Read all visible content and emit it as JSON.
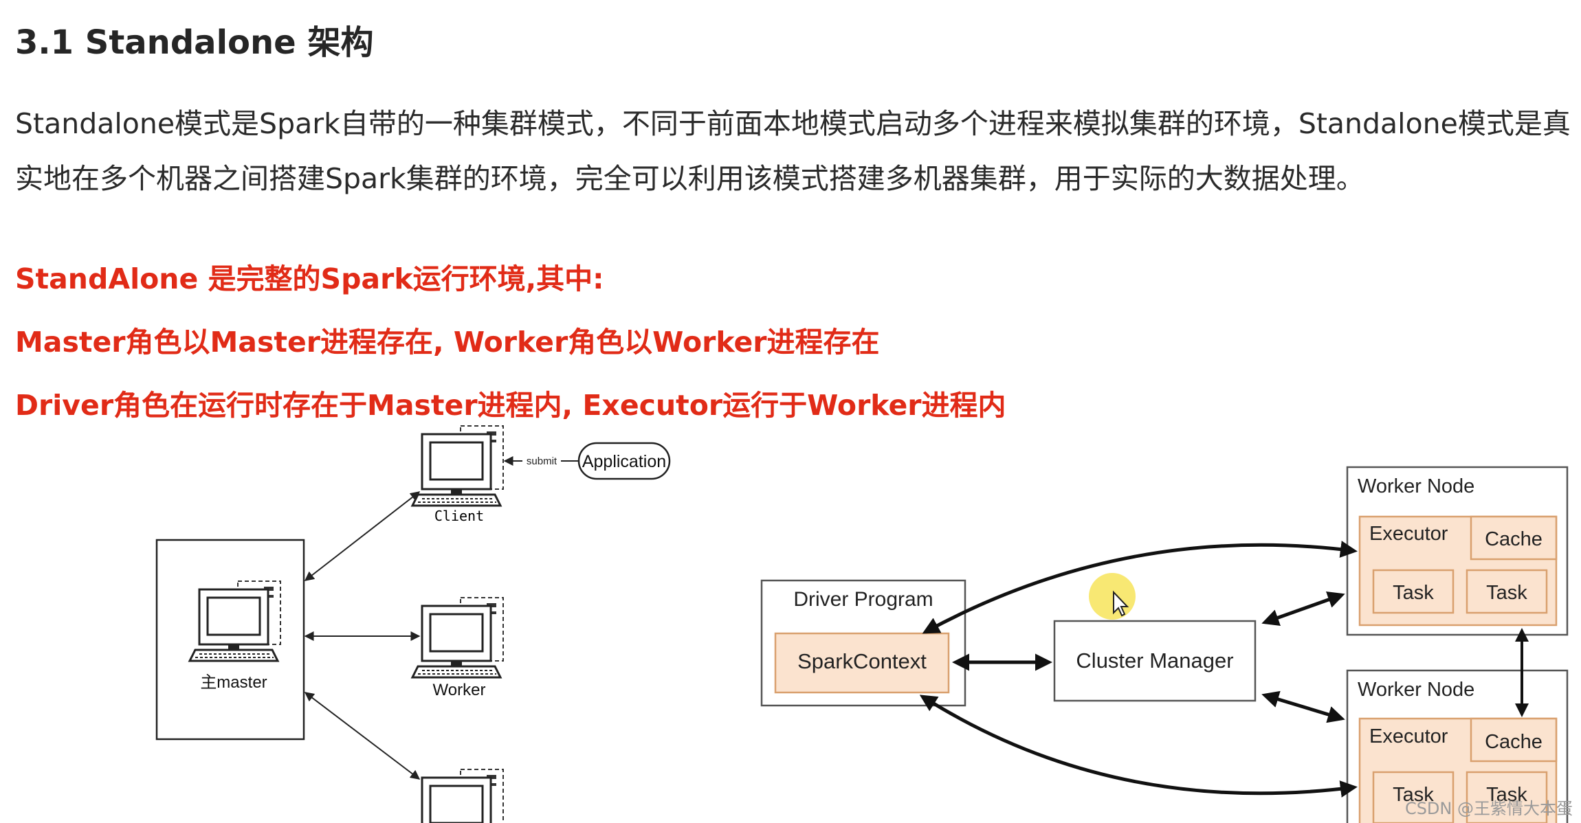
{
  "heading": "3.1 Standalone 架构",
  "paragraph": "Standalone模式是Spark自带的一种集群模式，不同于前面本地模式启动多个进程来模拟集群的环境，Standalone模式是真实地在多个机器之间搭建Spark集群的环境，完全可以利用该模式搭建多机器集群，用于实际的大数据处理。",
  "highlights": [
    "StandAlone 是完整的Spark运行环境,其中:",
    "Master角色以Master进程存在, Worker角色以Worker进程存在",
    "Driver角色在运行时存在于Master进程内, Executor运行于Worker进程内"
  ],
  "left_diagram": {
    "master_label": "主master",
    "client_label": "Client",
    "worker_label": "Worker",
    "submit_label": "submit",
    "application_label": "Application"
  },
  "right_diagram": {
    "driver_program": "Driver Program",
    "spark_context": "SparkContext",
    "cluster_manager": "Cluster Manager",
    "worker_node": "Worker Node",
    "executor": "Executor",
    "cache": "Cache",
    "task": "Task"
  },
  "colors": {
    "highlight_red": "#e12b17",
    "box_fill": "#fbe3cf",
    "box_border": "#d9a06e",
    "cursor_highlight": "#f7e45a"
  },
  "watermark": "CSDN @王紫情大本蛋"
}
